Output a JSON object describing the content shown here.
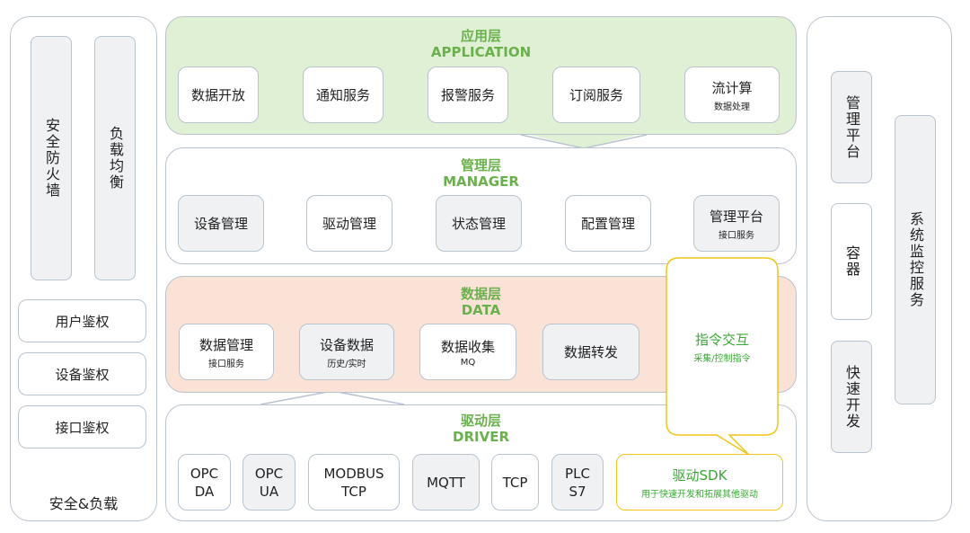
{
  "left_panel": {
    "firewall": "安全防火墙",
    "load_balance": "负载均衡",
    "items": [
      "用户鉴权",
      "设备鉴权",
      "接口鉴权"
    ],
    "footer": "安全&负载"
  },
  "application": {
    "title_cn": "应用层",
    "title_en": "APPLICATION",
    "items": [
      {
        "label": "数据开放",
        "sub": ""
      },
      {
        "label": "通知服务",
        "sub": ""
      },
      {
        "label": "报警服务",
        "sub": ""
      },
      {
        "label": "订阅服务",
        "sub": ""
      },
      {
        "label": "流计算",
        "sub": "数据处理"
      }
    ]
  },
  "manager": {
    "title_cn": "管理层",
    "title_en": "MANAGER",
    "items": [
      {
        "label": "设备管理",
        "sub": ""
      },
      {
        "label": "驱动管理",
        "sub": ""
      },
      {
        "label": "状态管理",
        "sub": ""
      },
      {
        "label": "配置管理",
        "sub": ""
      },
      {
        "label": "管理平台",
        "sub": "接口服务"
      }
    ]
  },
  "data_layer": {
    "title_cn": "数据层",
    "title_en": "DATA",
    "items": [
      {
        "label": "数据管理",
        "sub": "接口服务"
      },
      {
        "label": "设备数据",
        "sub": "历史/实时"
      },
      {
        "label": "数据收集",
        "sub": "MQ"
      },
      {
        "label": "数据转发",
        "sub": ""
      }
    ]
  },
  "driver": {
    "title_cn": "驱动层",
    "title_en": "DRIVER",
    "items": [
      {
        "l1": "OPC",
        "l2": "DA"
      },
      {
        "l1": "OPC",
        "l2": "UA"
      },
      {
        "l1": "MODBUS",
        "l2": "TCP"
      },
      {
        "l1": "MQTT",
        "l2": ""
      },
      {
        "l1": "TCP",
        "l2": ""
      },
      {
        "l1": "PLC",
        "l2": "S7"
      }
    ],
    "sdk": {
      "label": "驱动SDK",
      "sub": "用于快速开发和拓展其他驱动"
    }
  },
  "command": {
    "label": "指令交互",
    "sub": "采集/控制指令"
  },
  "right_panel": {
    "platform": "管理平台",
    "container": "容器",
    "quick_dev": "快速开发",
    "monitor": "系统监控服务"
  },
  "colors": {
    "application_bg": "#dff0d5",
    "data_bg": "#fbe2d7",
    "accent_green": "#6ab04c",
    "sdk_border": "#f0c419"
  }
}
